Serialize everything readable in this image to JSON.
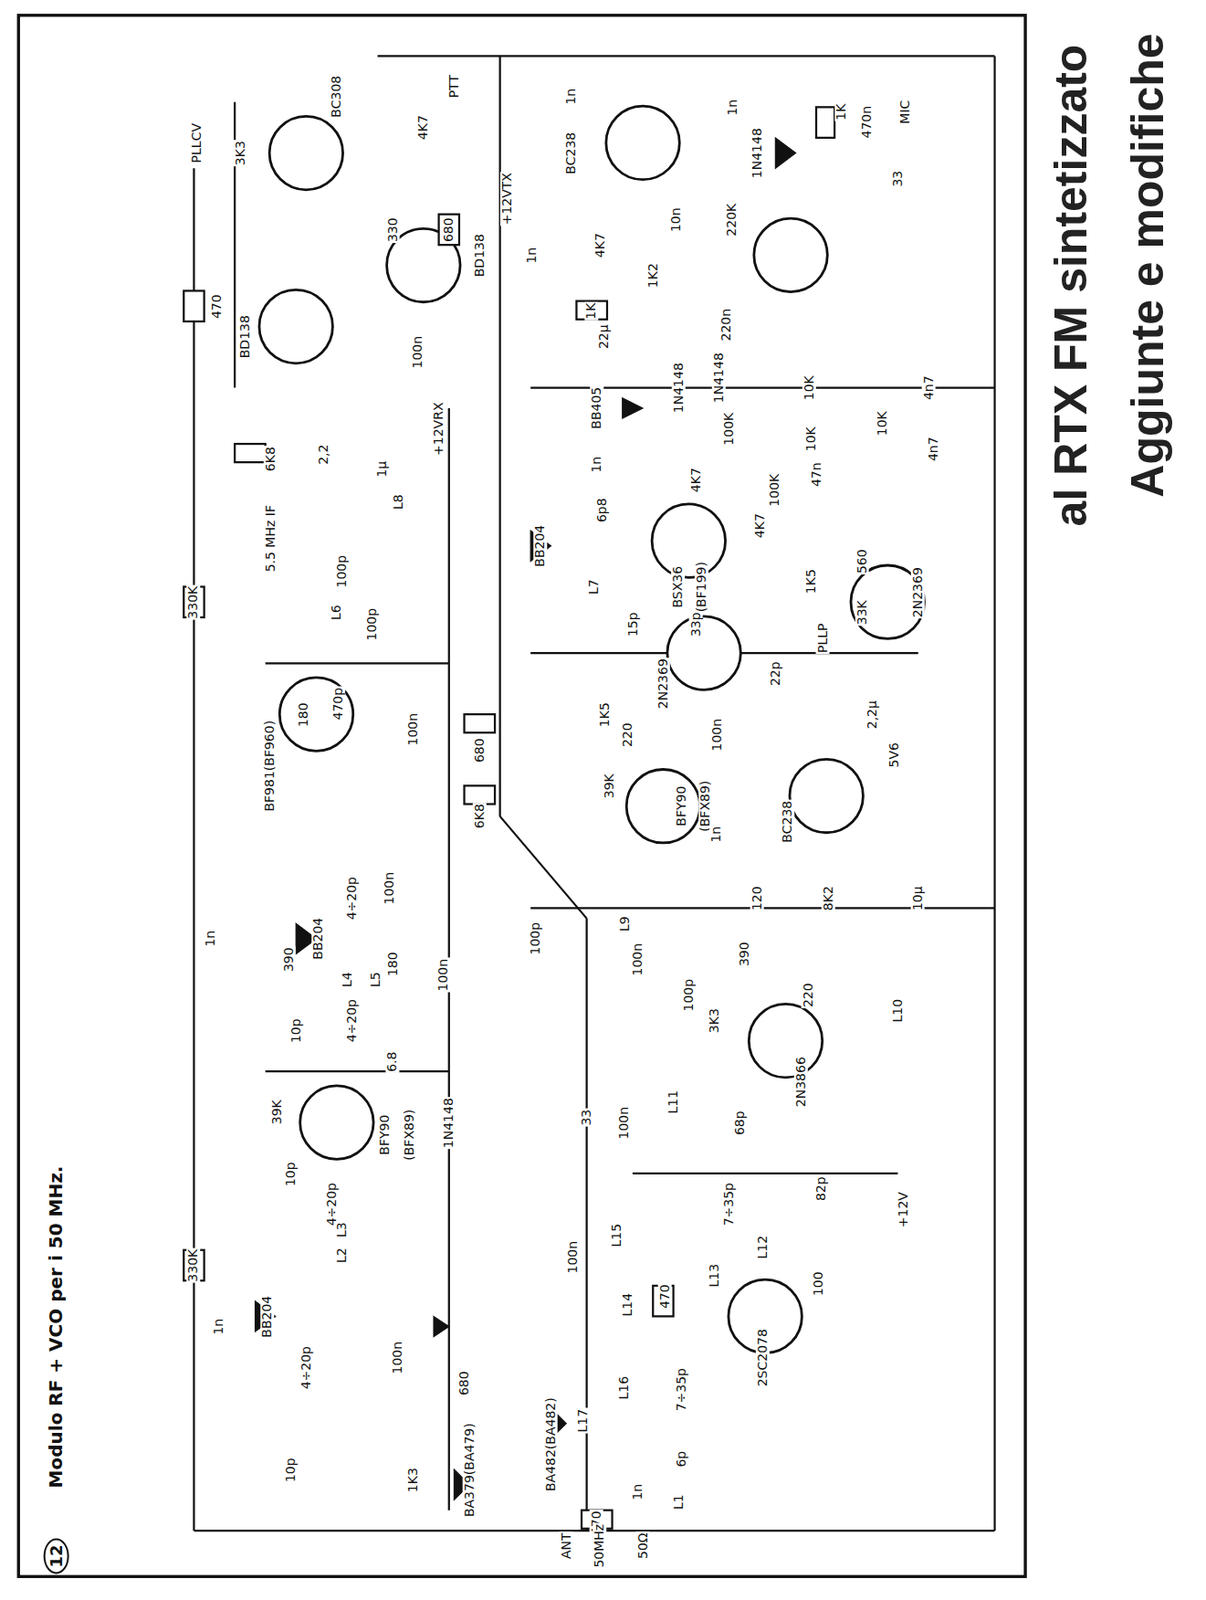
{
  "diagram": {
    "caption": "Modulo RF + VCO per i 50 MHz.",
    "labels": [
      "12",
      "Aggiunte e modifiche",
      "al RTX FM sintetizzato",
      "3K3",
      "BC308",
      "4K7",
      "PTT",
      "680",
      "330",
      "BD138",
      "+12VTX",
      "BD138",
      "PLLCV",
      "100n",
      "+12VRX",
      "470",
      "1n",
      "BC238",
      "1n",
      "1N4148",
      "1K",
      "470n",
      "33",
      "MIC",
      "1n",
      "4K7",
      "10n",
      "220K",
      "1K",
      "1K2",
      "22μ",
      "220n",
      "1N4148",
      "1N4148",
      "10K",
      "10K",
      "10K",
      "4n7",
      "4n7",
      "47n",
      "BB405",
      "1n",
      "6p8",
      "100K",
      "100K",
      "4K7",
      "4K7",
      "1K5",
      "560",
      "33K",
      "2N2369",
      "PLLP",
      "BB204",
      "BSX36",
      "(BF199)",
      "15p",
      "33p",
      "22p",
      "L7",
      "2N2369",
      "100n",
      "1K5",
      "220",
      "39K",
      "BFY90",
      "(BFX89)",
      "1n",
      "BC238",
      "2,2μ",
      "5V6",
      "8K2",
      "120",
      "10μ",
      "L10",
      "220",
      "390",
      "3K3",
      "2N3866",
      "100p",
      "100n",
      "L9",
      "100p",
      "+12V",
      "33",
      "L11",
      "100n",
      "68p",
      "7÷35p",
      "82p",
      "L12",
      "L13",
      "2SC2078",
      "100",
      "L15",
      "100n",
      "470",
      "L14",
      "L16",
      "7÷35p",
      "6p",
      "L17",
      "BA482(BA482)",
      "1n",
      "470",
      "L1",
      "ANT",
      "50MHz",
      "50Ω",
      "330K",
      "6K8",
      "2,2",
      "1μ",
      "L8",
      "5.5 MHz IF",
      "100p",
      "L6",
      "100p",
      "470p",
      "180",
      "BF981(BF960)",
      "100n",
      "680",
      "6K8",
      "1n",
      "BB204",
      "4÷20p",
      "4÷20p",
      "L4",
      "L5",
      "10p",
      "390",
      "180",
      "100n",
      "100n",
      "6.8",
      "39K",
      "BFY90",
      "(BFX89)",
      "1N4148",
      "10p",
      "4÷20p",
      "L3",
      "L2",
      "330K",
      "1n",
      "BB204",
      "4÷20p",
      "100n",
      "680",
      "10p",
      "1K3",
      "BA379(BA479)"
    ]
  }
}
